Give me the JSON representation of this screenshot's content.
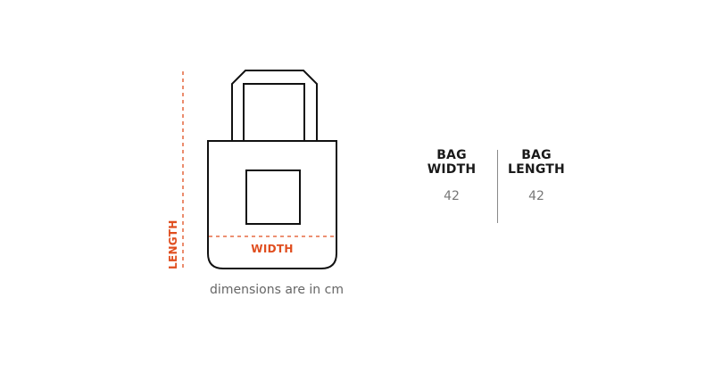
{
  "diagram": {
    "length_label": "LENGTH",
    "width_label": "WIDTH",
    "note": "dimensions are in cm",
    "accent_color": "#e04e1f"
  },
  "table": {
    "columns": [
      {
        "title_line1": "BAG",
        "title_line2": "WIDTH",
        "value": "42"
      },
      {
        "title_line1": "BAG",
        "title_line2": "LENGTH",
        "value": "42"
      }
    ]
  }
}
